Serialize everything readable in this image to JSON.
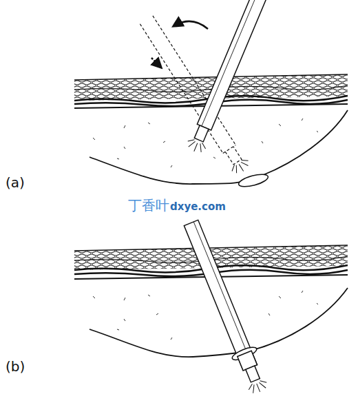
{
  "diagram": {
    "labels": [
      "(a)",
      "(b)",
      "丁香叶",
      "dxye.com"
    ]
  }
}
